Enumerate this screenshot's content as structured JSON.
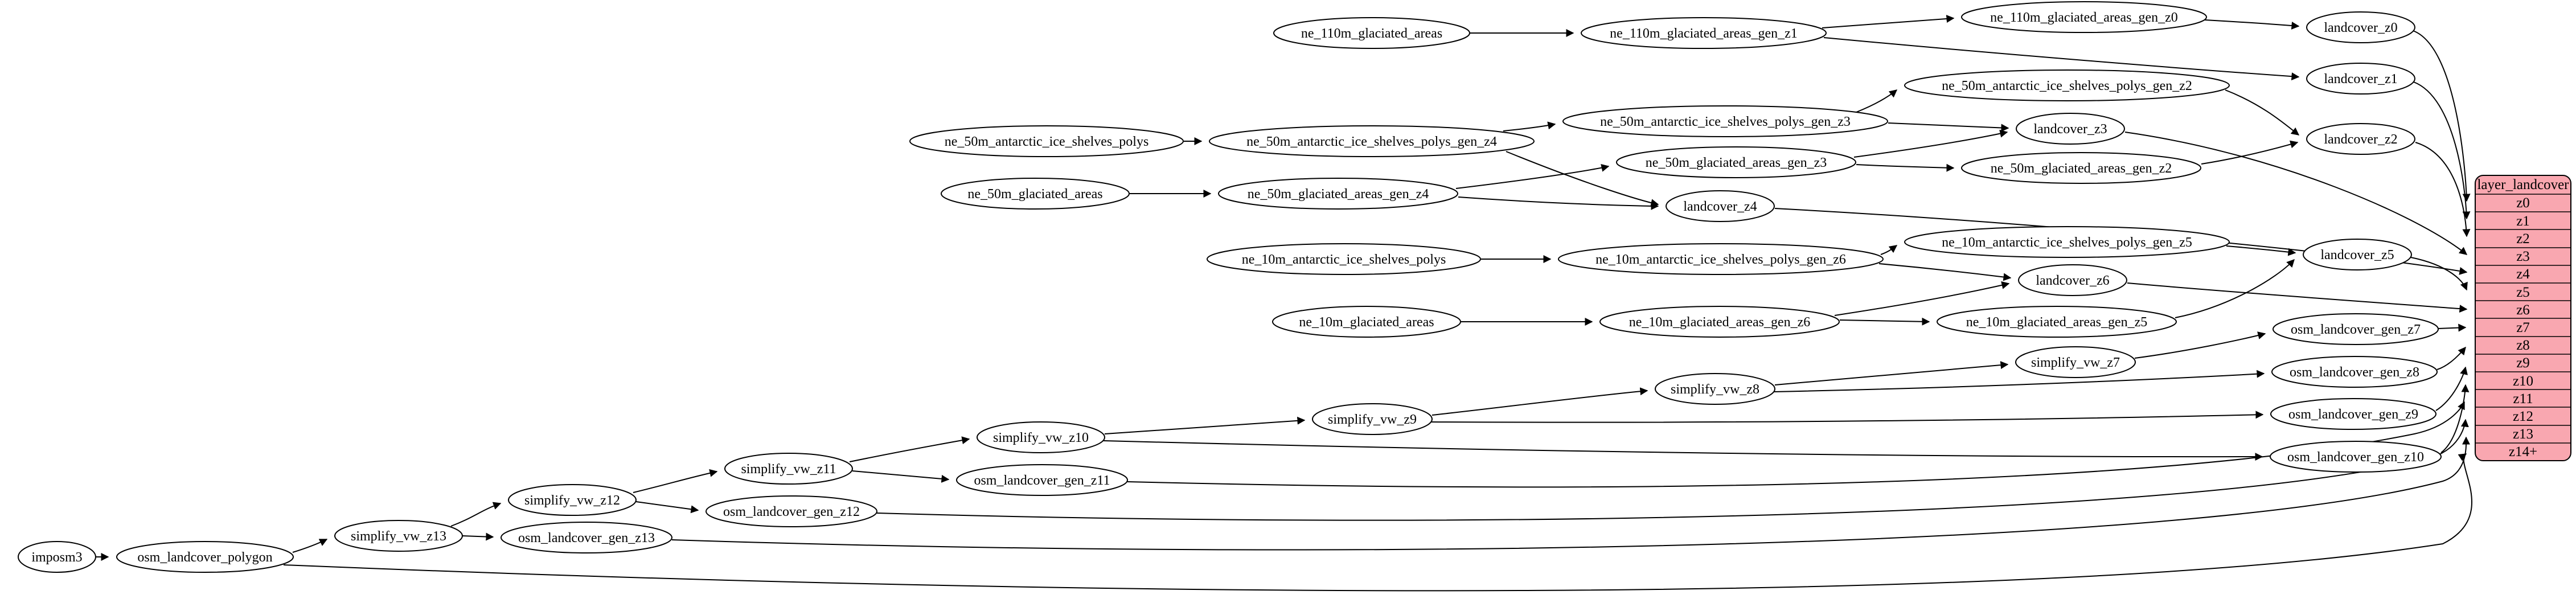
{
  "diagram": {
    "nodes": {
      "imposm3": {
        "label": "imposm3"
      },
      "osm_landcover_polygon": {
        "label": "osm_landcover_polygon"
      },
      "simplify_vw_z13": {
        "label": "simplify_vw_z13"
      },
      "osm_landcover_gen_z13": {
        "label": "osm_landcover_gen_z13"
      },
      "simplify_vw_z12": {
        "label": "simplify_vw_z12"
      },
      "osm_landcover_gen_z12": {
        "label": "osm_landcover_gen_z12"
      },
      "simplify_vw_z11": {
        "label": "simplify_vw_z11"
      },
      "osm_landcover_gen_z11": {
        "label": "osm_landcover_gen_z11"
      },
      "simplify_vw_z10": {
        "label": "simplify_vw_z10"
      },
      "osm_landcover_gen_z10": {
        "label": "osm_landcover_gen_z10"
      },
      "simplify_vw_z9": {
        "label": "simplify_vw_z9"
      },
      "osm_landcover_gen_z9": {
        "label": "osm_landcover_gen_z9"
      },
      "simplify_vw_z8": {
        "label": "simplify_vw_z8"
      },
      "osm_landcover_gen_z8": {
        "label": "osm_landcover_gen_z8"
      },
      "simplify_vw_z7": {
        "label": "simplify_vw_z7"
      },
      "osm_landcover_gen_z7": {
        "label": "osm_landcover_gen_z7"
      },
      "ne_110m_glaciated_areas": {
        "label": "ne_110m_glaciated_areas"
      },
      "ne_110m_glaciated_areas_gen_z1": {
        "label": "ne_110m_glaciated_areas_gen_z1"
      },
      "ne_110m_glaciated_areas_gen_z0": {
        "label": "ne_110m_glaciated_areas_gen_z0"
      },
      "landcover_z0": {
        "label": "landcover_z0"
      },
      "landcover_z1": {
        "label": "landcover_z1"
      },
      "ne_50m_antarctic_ice_shelves_polys": {
        "label": "ne_50m_antarctic_ice_shelves_polys"
      },
      "ne_50m_antarctic_ice_shelves_polys_gen_z4": {
        "label": "ne_50m_antarctic_ice_shelves_polys_gen_z4"
      },
      "ne_50m_antarctic_ice_shelves_polys_gen_z3": {
        "label": "ne_50m_antarctic_ice_shelves_polys_gen_z3"
      },
      "ne_50m_antarctic_ice_shelves_polys_gen_z2": {
        "label": "ne_50m_antarctic_ice_shelves_polys_gen_z2"
      },
      "landcover_z3": {
        "label": "landcover_z3"
      },
      "landcover_z2": {
        "label": "landcover_z2"
      },
      "ne_50m_glaciated_areas": {
        "label": "ne_50m_glaciated_areas"
      },
      "ne_50m_glaciated_areas_gen_z4": {
        "label": "ne_50m_glaciated_areas_gen_z4"
      },
      "ne_50m_glaciated_areas_gen_z3": {
        "label": "ne_50m_glaciated_areas_gen_z3"
      },
      "ne_50m_glaciated_areas_gen_z2": {
        "label": "ne_50m_glaciated_areas_gen_z2"
      },
      "landcover_z4": {
        "label": "landcover_z4"
      },
      "ne_10m_antarctic_ice_shelves_polys": {
        "label": "ne_10m_antarctic_ice_shelves_polys"
      },
      "ne_10m_antarctic_ice_shelves_polys_gen_z6": {
        "label": "ne_10m_antarctic_ice_shelves_polys_gen_z6"
      },
      "ne_10m_antarctic_ice_shelves_polys_gen_z5": {
        "label": "ne_10m_antarctic_ice_shelves_polys_gen_z5"
      },
      "landcover_z5": {
        "label": "landcover_z5"
      },
      "landcover_z6": {
        "label": "landcover_z6"
      },
      "ne_10m_glaciated_areas": {
        "label": "ne_10m_glaciated_areas"
      },
      "ne_10m_glaciated_areas_gen_z6": {
        "label": "ne_10m_glaciated_areas_gen_z6"
      },
      "ne_10m_glaciated_areas_gen_z5": {
        "label": "ne_10m_glaciated_areas_gen_z5"
      }
    },
    "table": {
      "header": "layer_landcover",
      "rows": [
        "z0",
        "z1",
        "z2",
        "z3",
        "z4",
        "z5",
        "z6",
        "z7",
        "z8",
        "z9",
        "z10",
        "z11",
        "z12",
        "z13",
        "z14+"
      ]
    },
    "colors": {
      "table_fill": "#f9a7b0",
      "node_fill": "#ffffff",
      "stroke": "#000000"
    }
  }
}
